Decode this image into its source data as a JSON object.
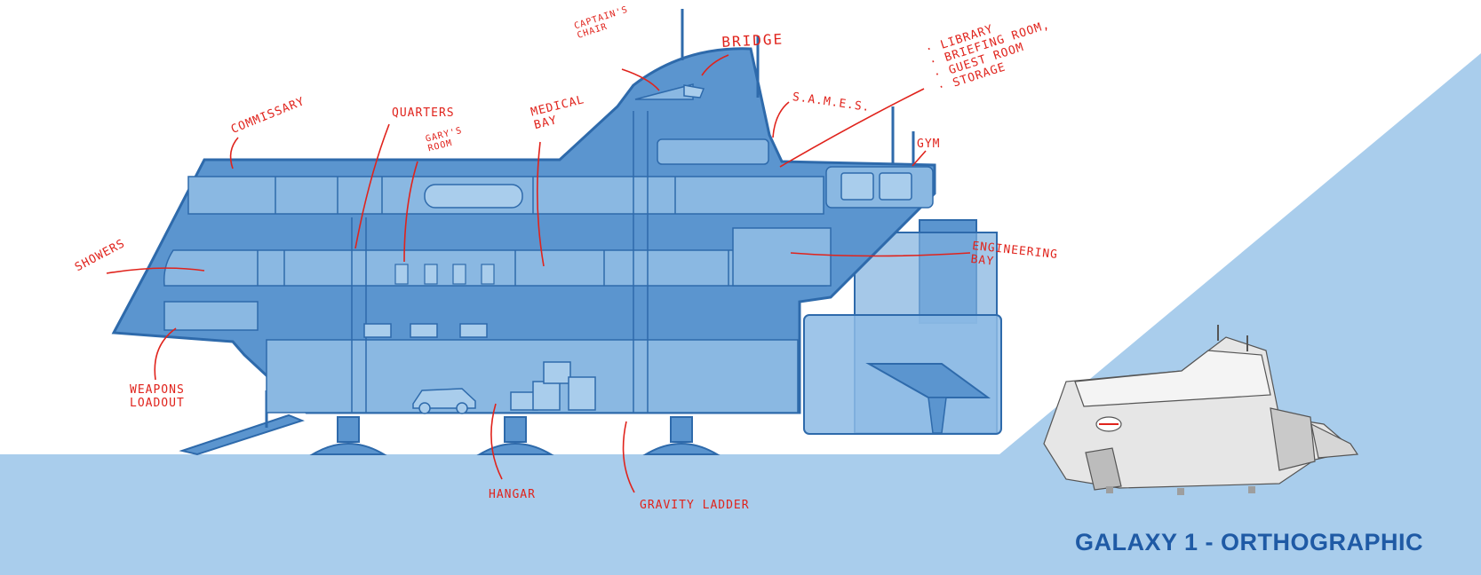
{
  "title": "GALAXY 1 - ORTHOGRAPHIC",
  "colors": {
    "background": "#ffffff",
    "panel": "#a9cdec",
    "hull": "#5b95cf",
    "hull_light": "#8dbbe5",
    "deck": "#8ab8e2",
    "outline": "#2e6aab",
    "annotation": "#e0231c",
    "title": "#1f5aa5"
  },
  "labels": {
    "captains_chair": "CAPTAIN'S CHAIR",
    "bridge": "BRIDGE",
    "library_list": [
      "· LIBRARY",
      "· BRIEFING ROOM,",
      "· GUEST ROOM",
      "· STORAGE"
    ],
    "sames": "S.A.M.E.S.",
    "gym": "GYM",
    "commissary": "COMMISSARY",
    "quarters": "QUARTERS",
    "garys_room": "GARY'S ROOM",
    "medical_bay": "MEDICAL BAY",
    "showers": "SHOWERS",
    "engineering_bay": "ENGINEERING BAY",
    "weapons_loadout": "WEAPONS LOADOUT",
    "hangar": "HANGAR",
    "gravity_ladder": "GRAVITY LADDER"
  },
  "icons": {
    "thumbnail": "ship-3d-render-icon"
  }
}
